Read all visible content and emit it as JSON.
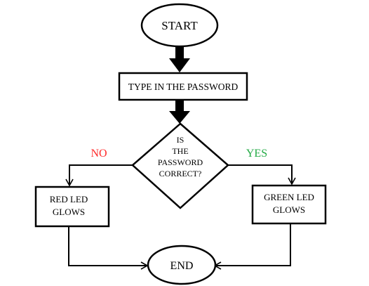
{
  "flowchart": {
    "start": "START",
    "step_input": "TYPE IN THE PASSWORD",
    "decision": [
      "IS",
      "THE",
      "PASSWORD",
      "CORRECT?"
    ],
    "no_branch": "NO",
    "yes_branch": "YES",
    "no_result": [
      "RED LED",
      "GLOWS"
    ],
    "yes_result": [
      "GREEN LED",
      "GLOWS"
    ],
    "end": "END"
  },
  "colors": {
    "no_label": "#ff2a2a",
    "yes_label": "#22aa44",
    "stroke": "#000000"
  }
}
